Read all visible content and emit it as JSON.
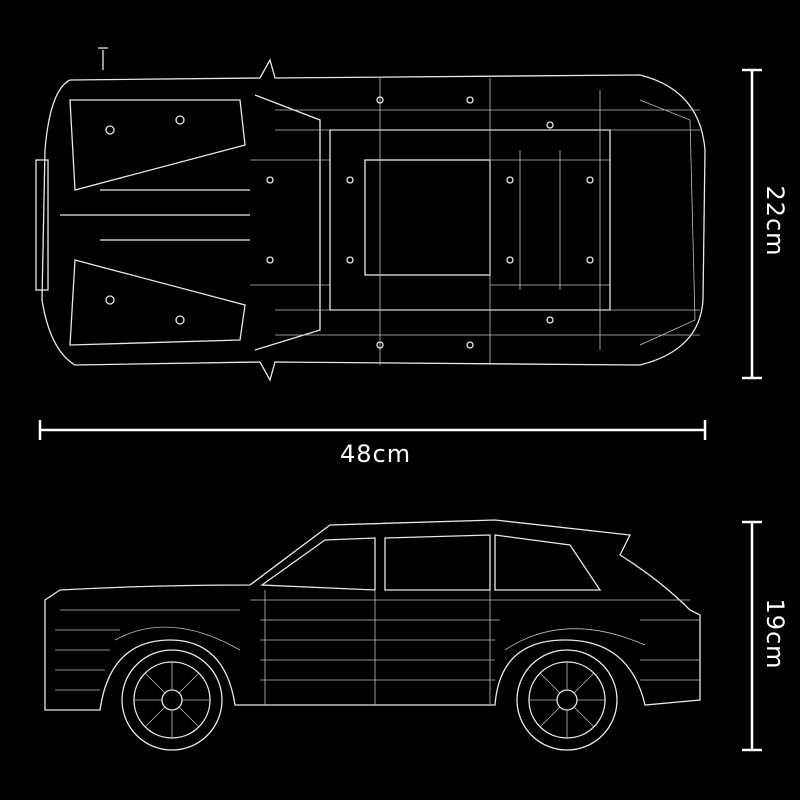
{
  "dimensions": {
    "width": "22cm",
    "length": "48cm",
    "height": "19cm"
  },
  "colors": {
    "background": "#000000",
    "lines": "#ffffff"
  }
}
